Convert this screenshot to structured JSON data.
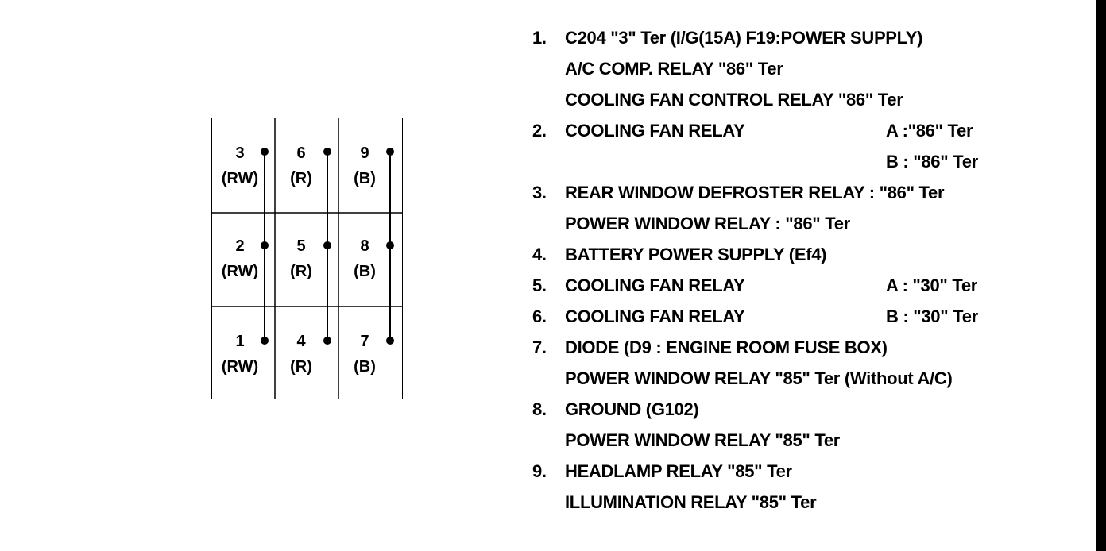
{
  "connector": {
    "pins": [
      {
        "num": "3",
        "color": "(RW)"
      },
      {
        "num": "6",
        "color": "(R)"
      },
      {
        "num": "9",
        "color": "(B)"
      },
      {
        "num": "2",
        "color": "(RW)"
      },
      {
        "num": "5",
        "color": "(R)"
      },
      {
        "num": "8",
        "color": "(B)"
      },
      {
        "num": "1",
        "color": "(RW)"
      },
      {
        "num": "4",
        "color": "(R)"
      },
      {
        "num": "7",
        "color": "(B)"
      }
    ]
  },
  "legend": {
    "items": [
      {
        "num": "1.",
        "lines": [
          {
            "text": "C204 \"3\" Ter (I/G(15A) F19:POWER SUPPLY)",
            "aux": ""
          },
          {
            "text": "A/C COMP. RELAY \"86\" Ter",
            "aux": ""
          },
          {
            "text": "COOLING FAN CONTROL RELAY \"86\" Ter",
            "aux": ""
          }
        ]
      },
      {
        "num": "2.",
        "lines": [
          {
            "text": "COOLING FAN RELAY",
            "aux": "A :\"86\" Ter"
          },
          {
            "text": "",
            "aux": "B : \"86\" Ter"
          }
        ]
      },
      {
        "num": "3.",
        "lines": [
          {
            "text": "REAR WINDOW DEFROSTER RELAY : \"86\" Ter",
            "aux": ""
          },
          {
            "text": "POWER WINDOW RELAY : \"86\" Ter",
            "aux": ""
          }
        ]
      },
      {
        "num": "4.",
        "lines": [
          {
            "text": "BATTERY POWER SUPPLY (Ef4)",
            "aux": ""
          }
        ]
      },
      {
        "num": "5.",
        "lines": [
          {
            "text": "COOLING FAN RELAY",
            "aux": "A : \"30\" Ter"
          }
        ]
      },
      {
        "num": "6.",
        "lines": [
          {
            "text": "COOLING FAN RELAY",
            "aux": "B : \"30\" Ter"
          }
        ]
      },
      {
        "num": "7.",
        "lines": [
          {
            "text": "DIODE (D9 : ENGINE ROOM FUSE BOX)",
            "aux": ""
          },
          {
            "text": "POWER WINDOW RELAY \"85\" Ter (Without A/C)",
            "aux": ""
          }
        ]
      },
      {
        "num": "8.",
        "lines": [
          {
            "text": "GROUND (G102)",
            "aux": ""
          },
          {
            "text": "POWER WINDOW RELAY \"85\" Ter",
            "aux": ""
          }
        ]
      },
      {
        "num": "9.",
        "lines": [
          {
            "text": "HEADLAMP RELAY \"85\" Ter",
            "aux": ""
          },
          {
            "text": "ILLUMINATION RELAY \"85\" Ter",
            "aux": ""
          }
        ]
      }
    ]
  }
}
